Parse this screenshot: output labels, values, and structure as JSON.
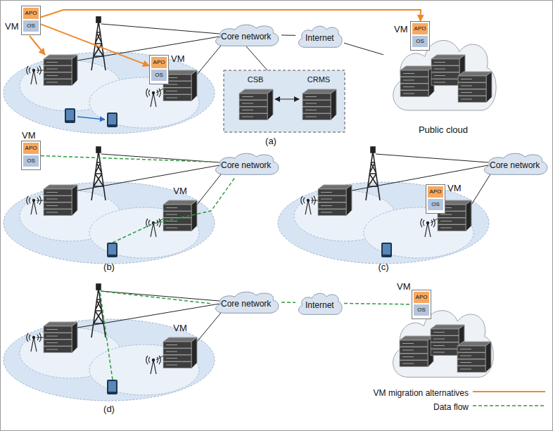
{
  "diagram": {
    "nodes": [
      {
        "text": [
          "VM",
          "APO",
          "OS"
        ]
      },
      {
        "text": [
          "VM",
          "APO",
          "OS"
        ]
      },
      {
        "text": [
          "Core network"
        ]
      },
      {
        "text": [
          "CSB"
        ]
      },
      {
        "text": [
          "CRMS"
        ]
      },
      {
        "text": [
          "Internet"
        ]
      },
      {
        "text": [
          "Public cloud"
        ]
      },
      {
        "text": [
          "VM",
          "APO",
          "OS"
        ],
        "in": 6
      },
      {
        "text": [
          "VM",
          "APO",
          "OS"
        ]
      },
      {
        "text": [
          "Core network"
        ]
      },
      {
        "text": [
          "Core network"
        ]
      },
      {
        "text": [
          "VM",
          "APO",
          "OS"
        ]
      },
      {
        "text": [
          "Core network"
        ]
      },
      {
        "text": [
          "Internet"
        ]
      },
      {
        "text": [
          "VM",
          "APO",
          "OS"
        ]
      }
    ],
    "edges": [
      {
        "from": 0,
        "to": 1,
        "arrow": "to"
      },
      {
        "from": 0,
        "to": 7,
        "arrow": "to"
      },
      {
        "from": 2,
        "to": 5,
        "arrow": "none"
      },
      {
        "from": 5,
        "to": 6,
        "arrow": "none"
      },
      {
        "from": 3,
        "to": 4,
        "arrow": "both"
      },
      {
        "from": 8,
        "to": 9,
        "arrow": "none"
      },
      {
        "from": 12,
        "to": 13,
        "arrow": "none"
      },
      {
        "from": 13,
        "to": 14,
        "arrow": "none"
      }
    ],
    "labels": [
      "(a)",
      "VM",
      "(b)",
      "(c)",
      "VM",
      "(d)"
    ],
    "legend": [
      {
        "text": "VM migration alternatives"
      },
      {
        "text": "Data flow"
      }
    ]
  }
}
